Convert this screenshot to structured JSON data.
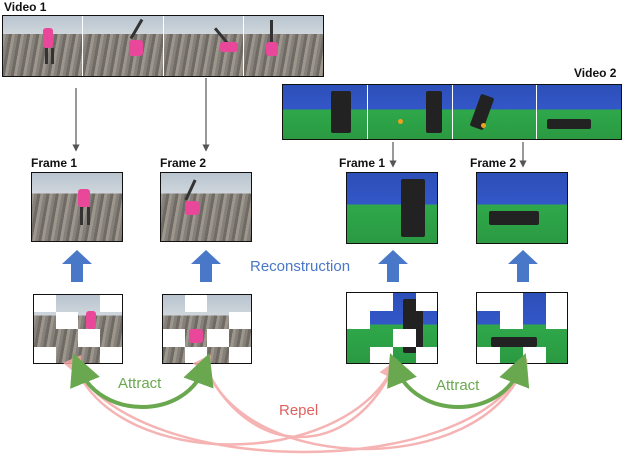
{
  "labels": {
    "video1": "Video 1",
    "video2": "Video 2",
    "frame1_left": "Frame 1",
    "frame2_left": "Frame 2",
    "frame1_right": "Frame 1",
    "frame2_right": "Frame 2",
    "reconstruction": "Reconstruction",
    "attract_left": "Attract",
    "attract_right": "Attract",
    "repel": "Repel"
  },
  "colors": {
    "reconstruction": "#4a78c8",
    "attract": "#6aa84f",
    "repel": "#e06060",
    "blue_arrow": "#4a78c8"
  }
}
